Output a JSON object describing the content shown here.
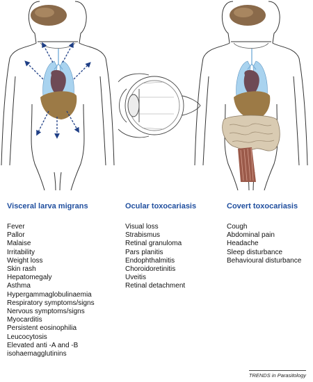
{
  "panels": [
    {
      "title": "Visceral larva migrans",
      "symptoms": [
        "Fever",
        "Pallor",
        "Malaise",
        "Irritability",
        "Weight loss",
        "Skin rash",
        "Hepatomegaly",
        "Asthma",
        "Hypergammaglobulinaemia",
        "Respiratory symptoms/signs",
        "Nervous symptoms/signs",
        "Myocarditis",
        "Persistent eosinophilia",
        "Leucocytosis",
        "Elevated anti -A and -B",
        "isohaemagglutinins"
      ]
    },
    {
      "title": "Ocular toxocariasis",
      "symptoms": [
        "Visual loss",
        "Strabismus",
        "Retinal granuloma",
        "Pars planitis",
        "Endophthalmitis",
        "Choroidoretinitis",
        "Uveitis",
        "Retinal detachment"
      ]
    },
    {
      "title": "Covert toxocariasis",
      "symptoms": [
        "Cough",
        "Abdominal pain",
        "Headache",
        "Sleep disturbance",
        "Behavioural disturbance"
      ]
    }
  ],
  "credit": "TRENDS in Parasitology",
  "colors": {
    "title": "#1f4e9e",
    "brain": "#8a6a4a",
    "lungs": "#a9d3ef",
    "heart": "#6e4a55",
    "liver": "#9c7a46",
    "intestine": "#d9cbb2",
    "muscle": "#9b5a4a",
    "arrow": "#1f3f86"
  }
}
